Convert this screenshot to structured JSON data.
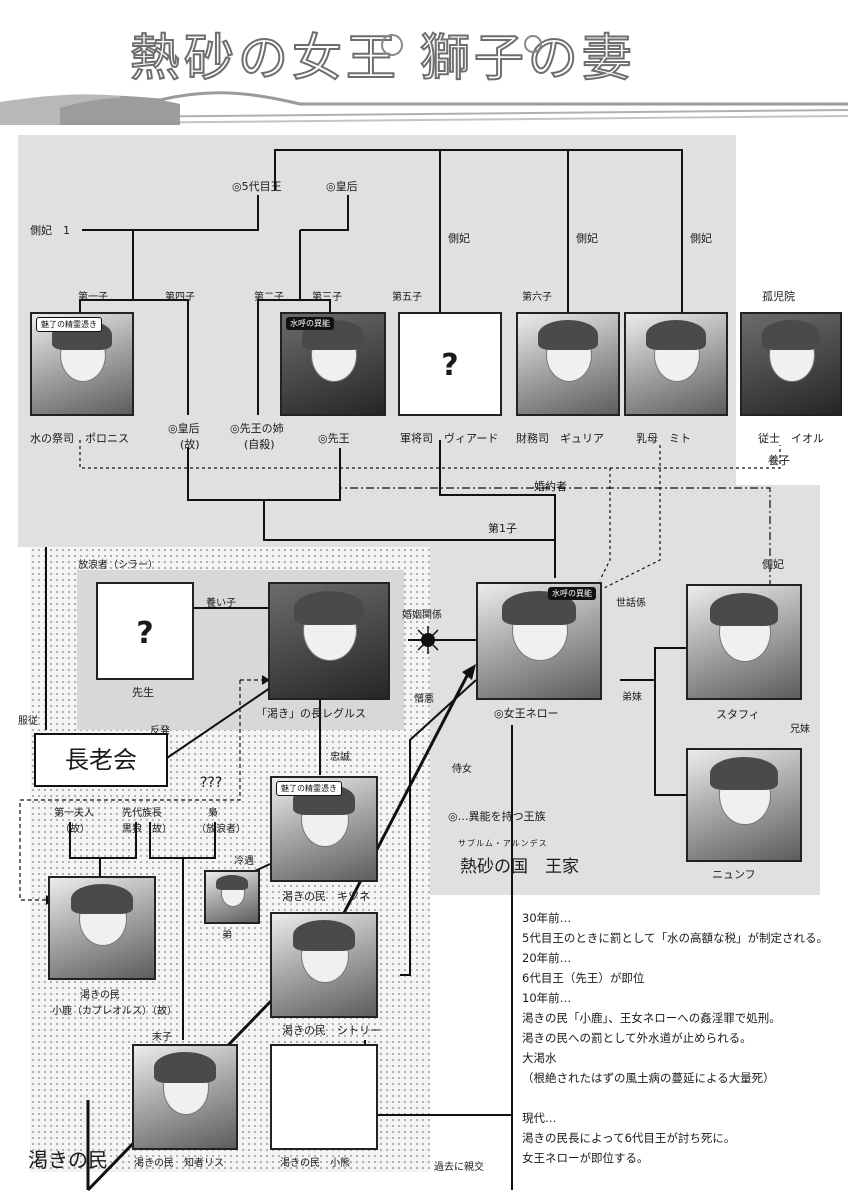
{
  "title": "熱砂の女王 獅子の妻",
  "marriage_symbol": "sun-burst",
  "panels": {
    "shiraa_label": "放浪者（シラー）",
    "elder_council": "長老会",
    "kingdom_ruby": "サブルム・アルンデス",
    "kingdom": "熱砂の国　王家",
    "tribe": "渇きの民",
    "legend": "◎…異能を持つ王族"
  },
  "royals": {
    "king5": "◎5代目王",
    "queen": "◎皇后",
    "consort1": "側妃　1",
    "consort_a": "側妃",
    "consort_b": "側妃",
    "consort_c": "側妃",
    "orphanage": "孤児院",
    "ord1": "第一子",
    "ord4": "第四子",
    "ord2": "第二子",
    "ord3": "第三子",
    "ord5": "第五子",
    "ord6": "第六子"
  },
  "portrait_tags": {
    "charm1": "魅了の精霊憑き",
    "water1": "水呼の異能",
    "water2": "水呼の異能",
    "charm2": "魅了の精霊憑き"
  },
  "persons": {
    "poronis": "水の祭司　ポロニス",
    "empress_dead_1": "◎皇后",
    "empress_dead_2": "(故)",
    "sister_1": "◎先王の姉",
    "sister_2": "(自殺)",
    "prev_king": "◎先王",
    "viard": "軍将司　ヴィアード",
    "gyuria": "財務司　ギュリア",
    "mito": "乳母　ミト",
    "ioru": "従士　イオル",
    "adopted": "養子",
    "fiance": "婚約者",
    "first_child": "第1子",
    "consort_right": "側妃",
    "sensei": "先生",
    "adopted_child": "養い子",
    "marriage": "婚姻関係",
    "hatred": "憎悪",
    "regulus": "「渇き」の長レグルス",
    "queen_nero": "◎女王ネロー",
    "caretaker": "世話係",
    "siblings": "弟妹",
    "brother_sister": "兄妹",
    "stafi": "スタフィ",
    "nyunfu": "ニュンフ",
    "obey": "服従",
    "rebel": "反発",
    "loyalty": "忠誠",
    "maid": "侍女",
    "qqq": "???",
    "first_wife_1": "第一夫人",
    "first_wife_2": "（故）",
    "prev_chief_1": "先代族長",
    "prev_chief_2": "黒狼（故）",
    "owl_1": "梟",
    "owl_2": "（放浪者）",
    "cold": "冷遇",
    "kitsune": "渇きの民　キツネ",
    "younger_brother": "弟",
    "shitori": "渇きの民　シトリー",
    "kojika_1": "渇きの民",
    "kojika_2": "小鹿（カプレオルス）（故）",
    "youngest": "末子",
    "risu": "渇きの民　知者リス",
    "koguma": "渇きの民　小熊",
    "past_friend": "過去に親交"
  },
  "timeline": [
    "30年前…",
    "5代目王のときに罰として「水の高額な税」が制定される。",
    "20年前…",
    "6代目王（先王）が即位",
    "10年前…",
    "渇きの民「小鹿」、王女ネローへの姦淫罪で処刑。",
    "渇きの民への罰として外水道が止められる。",
    "大渇水",
    "（根絶されたはずの風土病の蔓延による大量死）",
    "",
    "現代…",
    "渇きの民長によって6代目王が討ち死に。",
    "女王ネローが即位する。"
  ]
}
